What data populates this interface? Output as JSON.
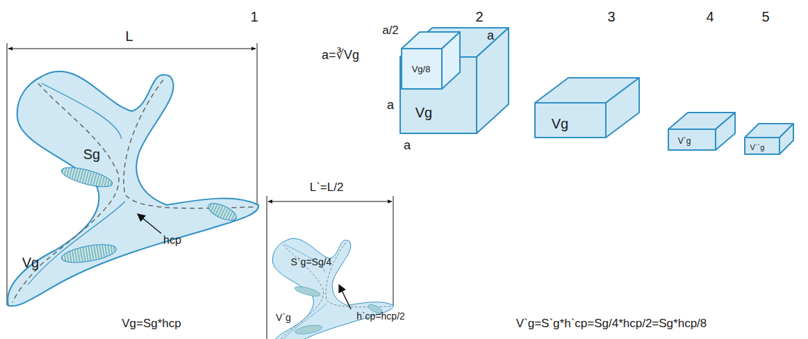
{
  "diagram": {
    "labels": [
      "1",
      "2",
      "3",
      "4",
      "5",
      "L",
      "Sg",
      "hcp",
      "Vg",
      "Vg=Sg*hcp",
      "L`=L/2",
      "S`g=Sg/4",
      "h`cp=hcp/2",
      "V`g",
      "V`g=S`g*h`cp=Sg/4*hcp/2=Sg*hcp/8",
      "a=∛Vg",
      "a/2",
      "a",
      "a",
      "a",
      "Vg/8",
      "Vg",
      "Vg",
      "V`g",
      "V``g"
    ]
  }
}
